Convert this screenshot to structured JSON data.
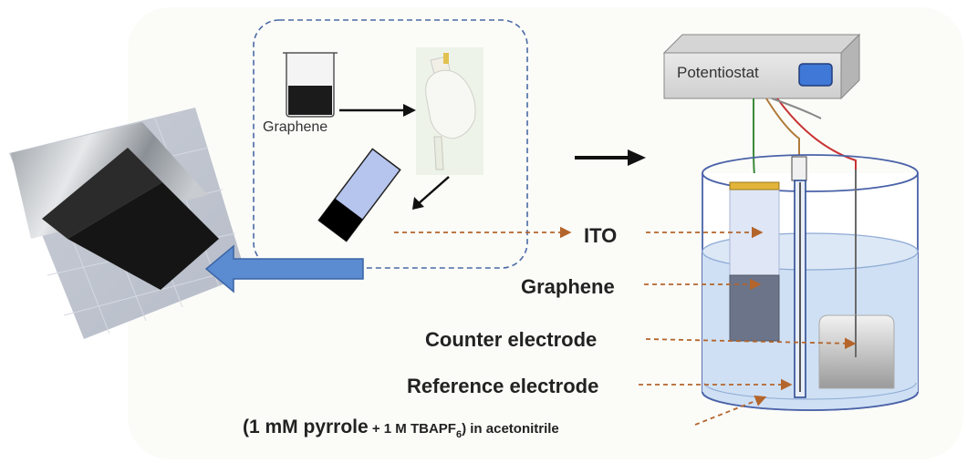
{
  "labels": {
    "graphene_small": "Graphene",
    "potentiostat": "Potentiostat",
    "ito": "ITO",
    "graphene": "Graphene",
    "counter_electrode": "Counter electrode",
    "reference_electrode": "Reference electrode",
    "solution": {
      "part1": "(1 mM pyrrole",
      "part2": " + 1 M TBAPF",
      "subscript": "6",
      "part3": ") in acetonitrile"
    }
  },
  "colors": {
    "dashed_box": "#4a6aa5",
    "leader_arrow": "#b4652c",
    "big_arrow": "#5b8bd0",
    "electrolyte": "#cfe0f4",
    "potentiostat_button": "#3f78d6"
  }
}
